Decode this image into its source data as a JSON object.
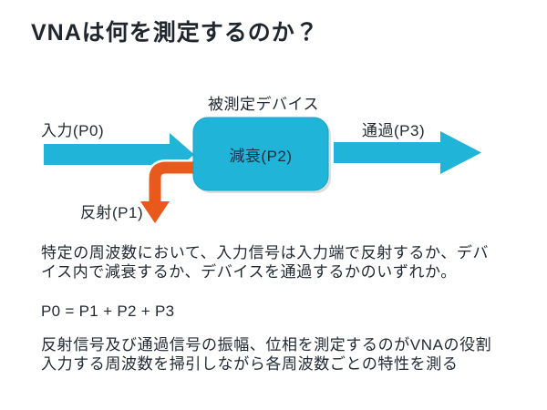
{
  "slide": {
    "title": "VNAは何を測定するのか？",
    "colors": {
      "arrow_cyan": "#1FB4D8",
      "box_fill": "#1FB4D8",
      "box_border": "#14A3C6",
      "reflect_orange": "#E8591C",
      "text_dark": "#232A34",
      "box_text_navy": "#1C2E3E"
    },
    "diagram": {
      "device_label": "被測定デバイス",
      "attenuation_label": "減衰(P2)",
      "input_label": "入力(P0)",
      "through_label": "通過(P3)",
      "reflect_label": "反射(P1)"
    },
    "body": {
      "para1_line1": "特定の周波数において、入力信号は入力端で反射するか、デバ",
      "para1_line2": "イス内で減衰するか、デバイスを通過するかのいずれか。",
      "formula": "P0 = P1 + P2 + P3",
      "para2_line1": "反射信号及び通過信号の振幅、位相を測定するのがVNAの役割",
      "para2_line2": "入力する周波数を掃引しながら各周波数ごとの特性を測る"
    }
  }
}
